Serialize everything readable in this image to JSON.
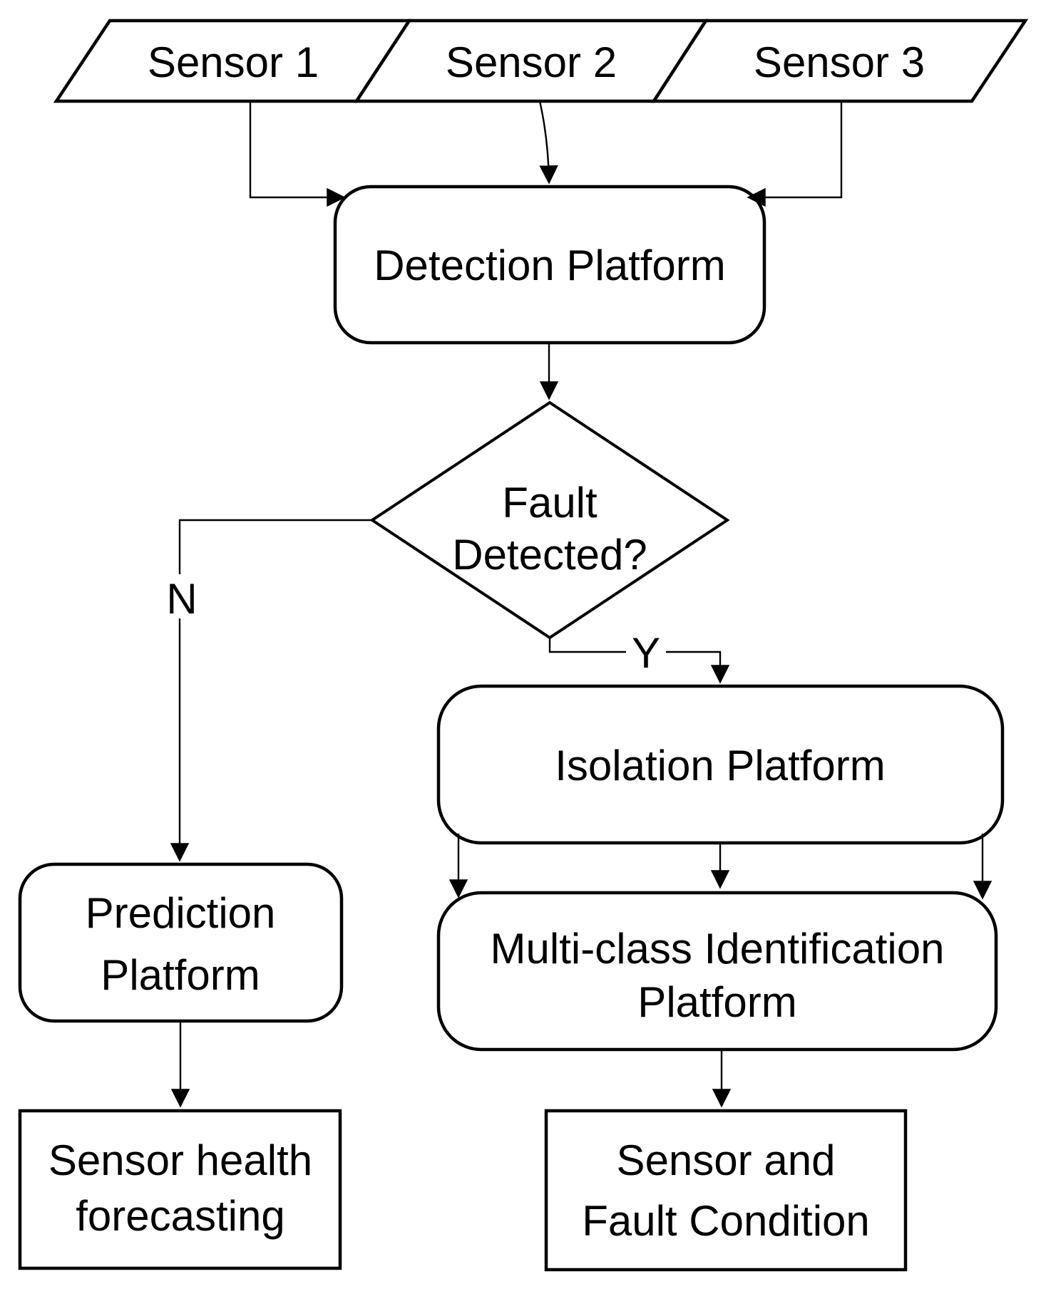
{
  "colors": {
    "bg": "#ffffff",
    "line": "#000000",
    "text": "#000000"
  },
  "nodes": {
    "sensor1": {
      "label": "Sensor 1",
      "shape": "parallelogram"
    },
    "sensor2": {
      "label": "Sensor 2",
      "shape": "parallelogram"
    },
    "sensor3": {
      "label": "Sensor 3",
      "shape": "parallelogram"
    },
    "detection": {
      "label": "Detection Platform",
      "shape": "rounded-rect"
    },
    "decision": {
      "line1": "Fault",
      "line2": "Detected?",
      "shape": "diamond"
    },
    "isolation": {
      "label": "Isolation Platform",
      "shape": "rounded-rect"
    },
    "identification": {
      "line1": "Multi-class Identification",
      "line2": "Platform",
      "shape": "rounded-rect"
    },
    "prediction": {
      "line1": "Prediction",
      "line2": "Platform",
      "shape": "rounded-rect"
    },
    "forecasting": {
      "line1": "Sensor health",
      "line2": "forecasting",
      "shape": "rect"
    },
    "fault_condition": {
      "line1": "Sensor and",
      "line2": "Fault Condition",
      "shape": "rect"
    }
  },
  "branch_labels": {
    "no": "N",
    "yes": "Y"
  }
}
